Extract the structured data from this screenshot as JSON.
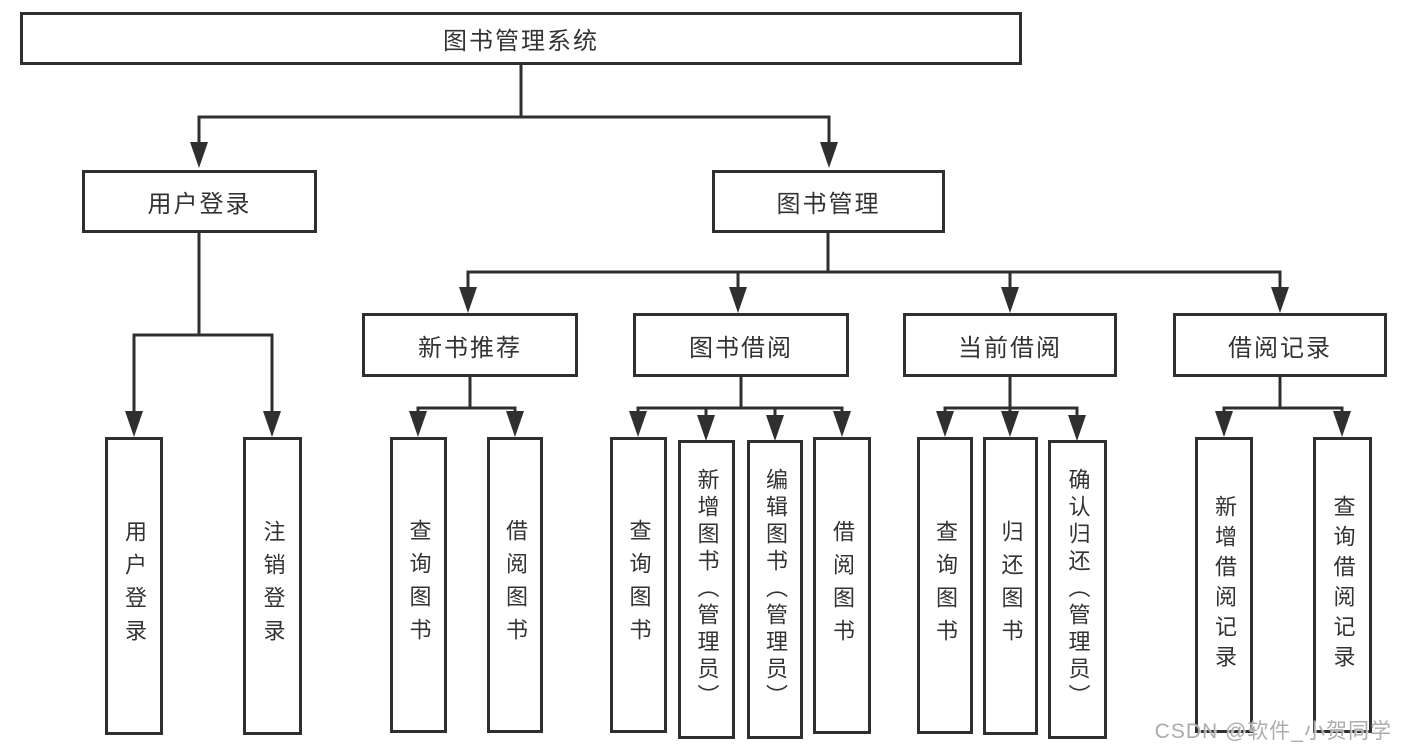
{
  "colors": {
    "line": "#2f2f2f",
    "border": "#2f2f2f",
    "text": "#333333",
    "background": "#ffffff",
    "watermark_text": "#a8a8a8"
  },
  "watermark": "CSDN @软件_小贺同学",
  "tree": {
    "root": {
      "label": "图书管理系统",
      "children": [
        {
          "label": "用户登录",
          "children": [
            {
              "label": "用户登录"
            },
            {
              "label": "注销登录"
            }
          ]
        },
        {
          "label": "图书管理",
          "children": [
            {
              "label": "新书推荐",
              "children": [
                {
                  "label": "查询图书"
                },
                {
                  "label": "借阅图书"
                }
              ]
            },
            {
              "label": "图书借阅",
              "children": [
                {
                  "label": "查询图书"
                },
                {
                  "label": "新增图书（管理员）"
                },
                {
                  "label": "编辑图书（管理员）"
                },
                {
                  "label": "借阅图书"
                }
              ]
            },
            {
              "label": "当前借阅",
              "children": [
                {
                  "label": "查询图书"
                },
                {
                  "label": "归还图书"
                },
                {
                  "label": "确认归还（管理员）"
                }
              ]
            },
            {
              "label": "借阅记录",
              "children": [
                {
                  "label": "新增借阅记录"
                },
                {
                  "label": "查询借阅记录"
                }
              ]
            }
          ]
        }
      ]
    }
  }
}
